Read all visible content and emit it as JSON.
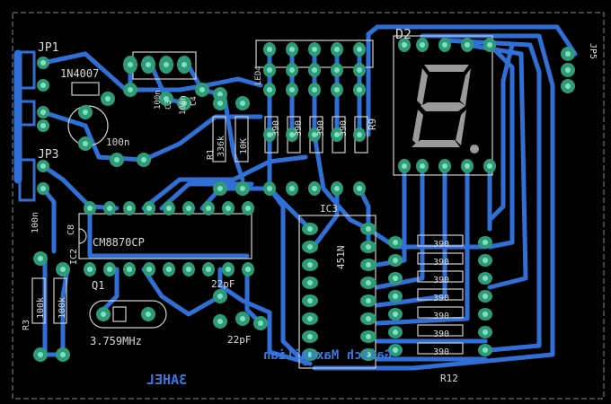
{
  "colors": {
    "background": "#000000",
    "trace": "#2f6fd6",
    "pad": "#2e9a78",
    "pad_hole": "#7fe0c2",
    "silkscreen": "#cfcfcf",
    "copper_text": "#3a78e0"
  },
  "components": {
    "jp1": "JP1",
    "jp3": "JP3",
    "jp5": "JP5",
    "d1": "1N4007",
    "d2": "D2",
    "c8_value": "100n",
    "c8": "C8",
    "c_top_a": "100n",
    "c_top_b": "C3",
    "c_top_c": "100n",
    "c_top_d": "C4",
    "c_mid": "100n",
    "ic2": "CM8870CP",
    "ic2_label": "IC2",
    "ic3": "IC3",
    "ic3_part": "451N",
    "q1": "Q1",
    "crystal": "3.759MHz",
    "cap_22a": "22pF",
    "cap_22b": "22pF",
    "r1": "R1",
    "r1_value": "336k",
    "r_10k_a": "10K",
    "r3": "R3",
    "r3_value": "100k",
    "r4_value": "100k",
    "led": "LED4",
    "r9": "R9",
    "r12": "R12",
    "r390_top": [
      "390",
      "390",
      "390",
      "390"
    ],
    "r390_right": [
      "390",
      "390",
      "390",
      "390",
      "390",
      "390",
      "390"
    ]
  },
  "signature": {
    "line1": "Gaisch Maximilian",
    "line2": "3AHEL"
  }
}
